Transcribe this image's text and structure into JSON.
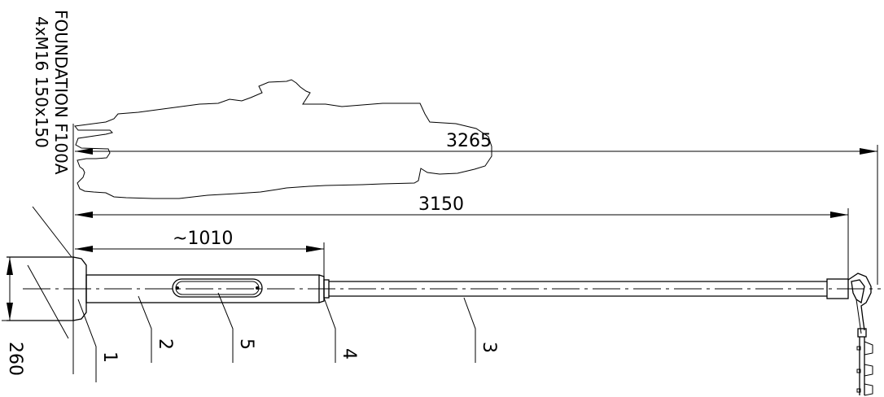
{
  "foundation": {
    "title": "FOUNDATION  F100A",
    "spec": "4xM16  150x150"
  },
  "dimensions": {
    "overall": "3265",
    "reach": "3150",
    "base_tube": "~1010",
    "height": "260"
  },
  "callouts": [
    "1",
    "2",
    "5",
    "4",
    "3"
  ],
  "colors": {
    "line": "#000000",
    "background": "#ffffff"
  }
}
